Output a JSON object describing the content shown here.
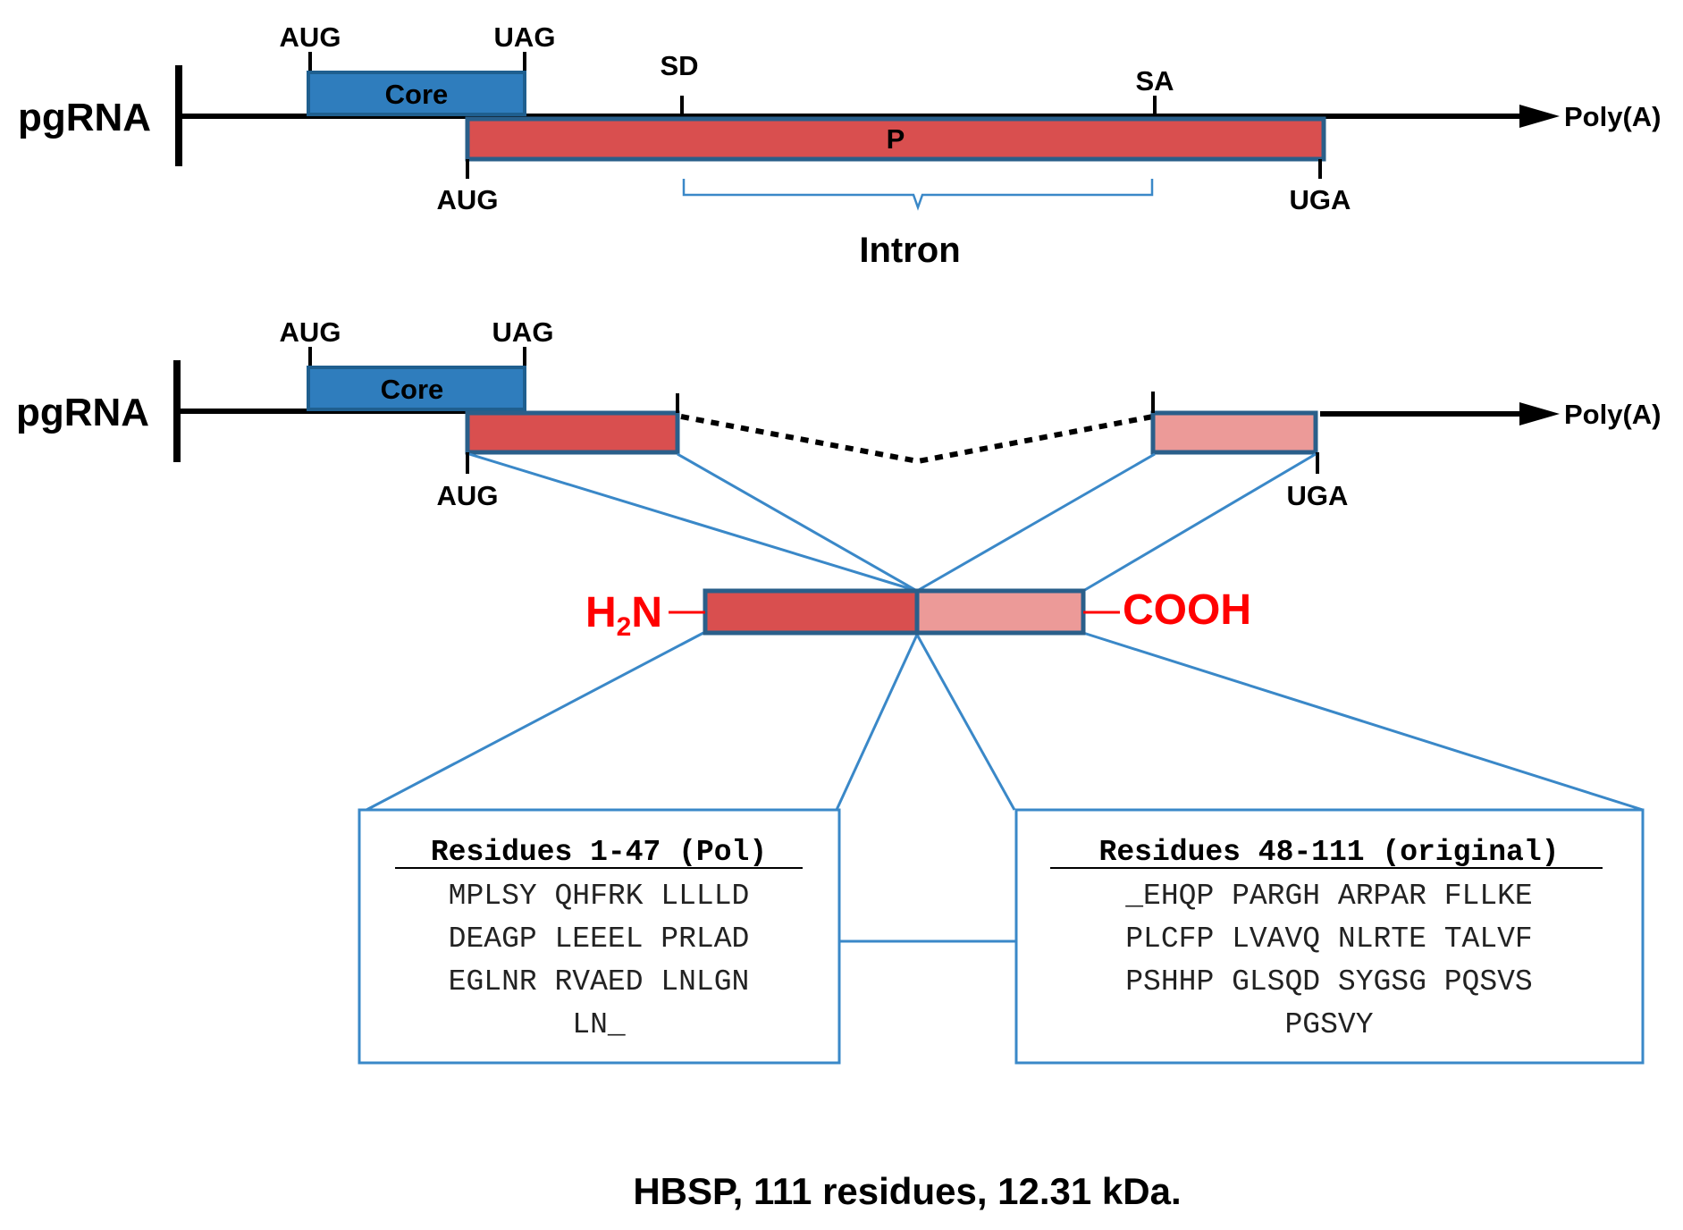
{
  "top": {
    "rna_label": "pgRNA",
    "polya_label": "Poly(A)",
    "core": {
      "label": "Core",
      "start_codon": "AUG",
      "stop_codon": "UAG"
    },
    "p": {
      "label": "P",
      "start_codon": "AUG",
      "stop_codon": "UGA"
    },
    "splice_donor": "SD",
    "splice_acceptor": "SA",
    "intron_label": "Intron"
  },
  "bottom": {
    "rna_label": "pgRNA",
    "polya_label": "Poly(A)",
    "core": {
      "label": "Core",
      "start_codon": "AUG",
      "stop_codon": "UAG"
    },
    "exon_start_codon": "AUG",
    "exon_stop_codon": "UGA"
  },
  "protein": {
    "n_terminus": "H",
    "n_terminus_sub": "2",
    "n_terminus_tail": "N",
    "c_terminus": "COOH"
  },
  "left_box": {
    "title": "Residues 1-47 (Pol)",
    "lines": [
      "MPLSY QHFRK LLLLD",
      "DEAGP LEEEL PRLAD",
      "EGLNR RVAED LNLGN",
      "LN_"
    ]
  },
  "right_box": {
    "title": "Residues 48-111 (original)",
    "lines": [
      "_EHQP PARGH ARPAR FLLKE",
      "PLCFP LVAVQ NLRTE TALVF",
      "PSHHP GLSQD SYGSG PQSVS",
      "PGSVY"
    ]
  },
  "caption": "HBSP, 111 residues, 12.31 kDa.",
  "colors": {
    "core_fill": "#2f7dbd",
    "core_border": "#1f5f8f",
    "p_fill": "#d94f4f",
    "p_border": "#2a5f8a",
    "exon2_fill": "#ec9a98",
    "connector": "#3a88c8",
    "terminus": "#ff0000"
  }
}
